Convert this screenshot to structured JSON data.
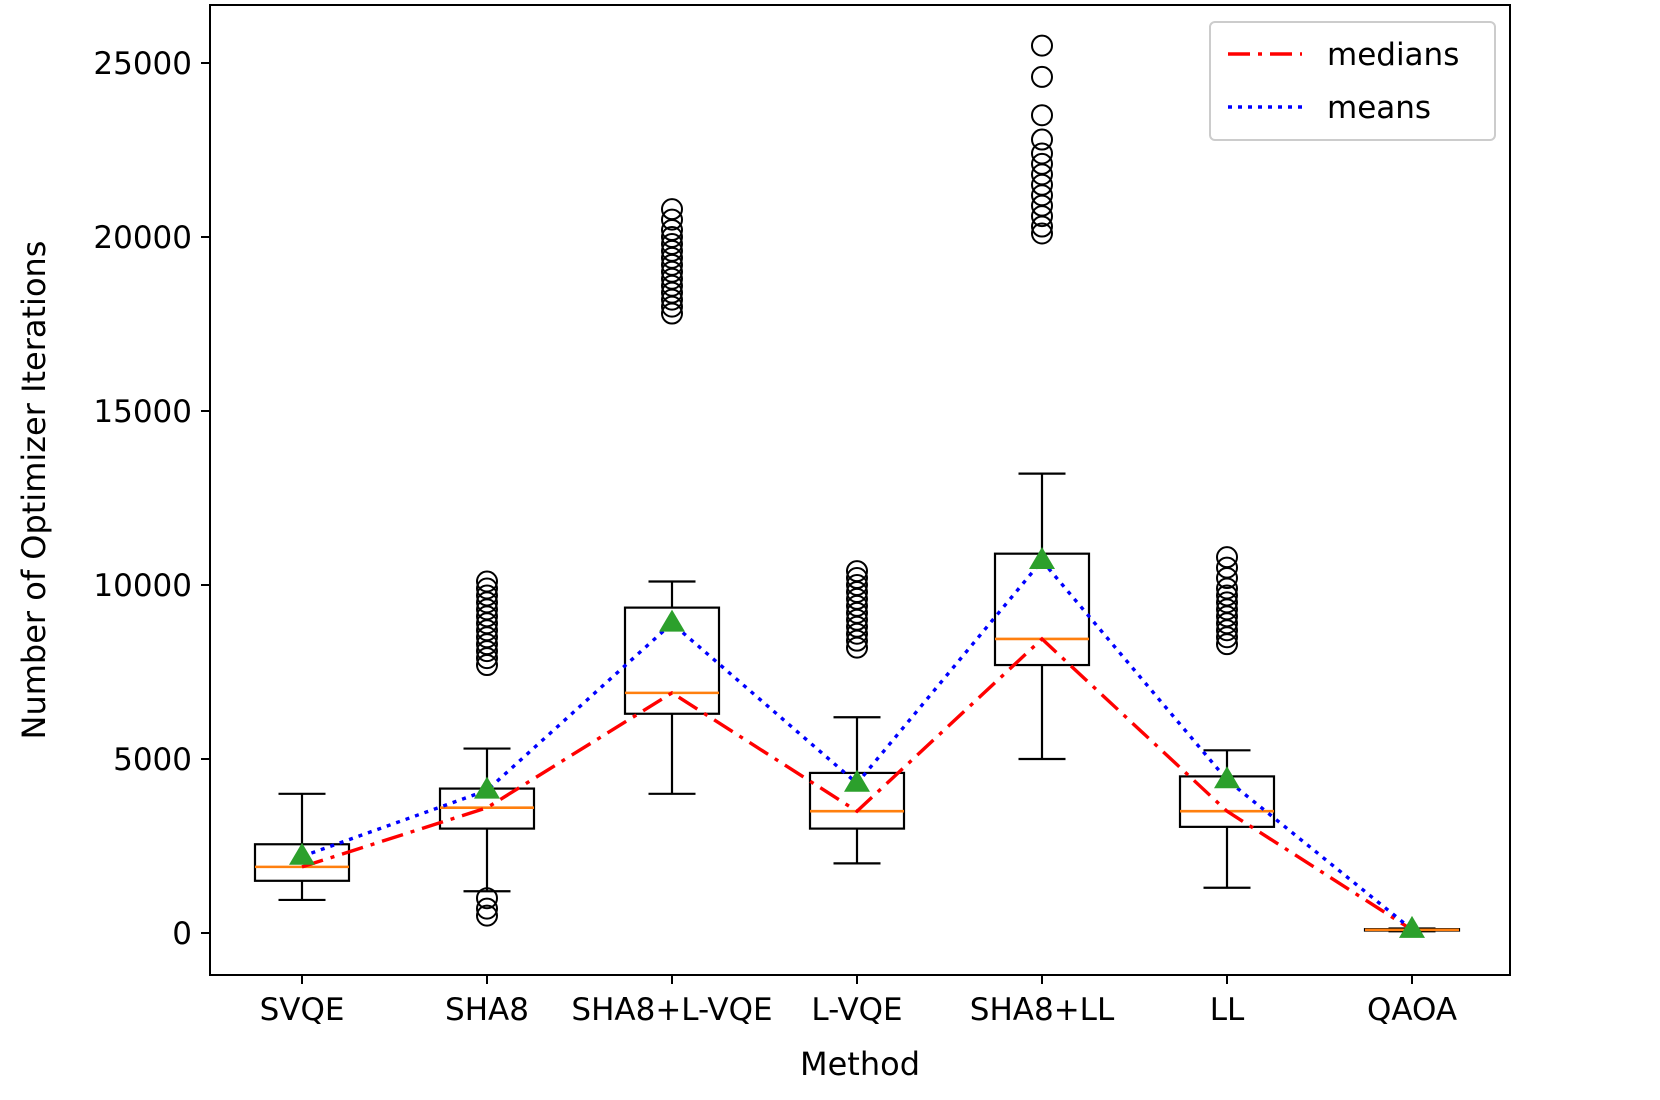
{
  "chart_data": {
    "type": "box",
    "title": "",
    "xlabel": "Method",
    "ylabel": "Number of Optimizer Iterations",
    "ylim": [
      -1200,
      26500
    ],
    "yticks": [
      0,
      5000,
      10000,
      15000,
      20000,
      25000
    ],
    "ytick_labels": [
      "0",
      "5000",
      "10000",
      "15000",
      "20000",
      "25000"
    ],
    "categories": [
      "SVQE",
      "SHA8",
      "SHA8+L-VQE",
      "L-VQE",
      "SHA8+LL",
      "LL",
      "QAOA"
    ],
    "boxes": [
      {
        "whisker_low": 950,
        "q1": 1500,
        "median": 1900,
        "q3": 2550,
        "whisker_high": 4000,
        "mean": 2200,
        "outliers": []
      },
      {
        "whisker_low": 1200,
        "q1": 3000,
        "median": 3600,
        "q3": 4150,
        "whisker_high": 5300,
        "mean": 4100,
        "outliers": [
          500,
          700,
          1000,
          7700,
          7900,
          8100,
          8300,
          8500,
          8700,
          8900,
          9100,
          9300,
          9500,
          9700,
          9900,
          10100
        ]
      },
      {
        "whisker_low": 4000,
        "q1": 6300,
        "median": 6900,
        "q3": 9350,
        "whisker_high": 10100,
        "mean": 8900,
        "outliers": [
          17800,
          18000,
          18200,
          18400,
          18600,
          18800,
          19000,
          19200,
          19400,
          19600,
          19800,
          20000,
          20200,
          20500,
          20800
        ]
      },
      {
        "whisker_low": 2000,
        "q1": 3000,
        "median": 3500,
        "q3": 4600,
        "whisker_high": 6200,
        "mean": 4300,
        "outliers": [
          8200,
          8400,
          8600,
          8800,
          9000,
          9200,
          9400,
          9600,
          9800,
          10000,
          10200,
          10400
        ]
      },
      {
        "whisker_low": 5000,
        "q1": 7700,
        "median": 8450,
        "q3": 10900,
        "whisker_high": 13200,
        "mean": 10700,
        "outliers": [
          20100,
          20300,
          20600,
          20900,
          21200,
          21500,
          21800,
          22100,
          22400,
          22800,
          23500,
          24600,
          25500
        ]
      },
      {
        "whisker_low": 1300,
        "q1": 3050,
        "median": 3500,
        "q3": 4500,
        "whisker_high": 5250,
        "mean": 4400,
        "outliers": [
          8300,
          8500,
          8700,
          8900,
          9100,
          9300,
          9500,
          9700,
          9900,
          10200,
          10500,
          10800
        ]
      },
      {
        "whisker_low": 50,
        "q1": 70,
        "median": 90,
        "q3": 110,
        "whisker_high": 130,
        "mean": 100,
        "outliers": []
      }
    ],
    "series": [
      {
        "name": "medians",
        "style": "dashdot",
        "color": "#ff0000",
        "values": [
          1900,
          3600,
          6900,
          3500,
          8450,
          3500,
          90
        ]
      },
      {
        "name": "means",
        "style": "dotted",
        "color": "#0000ff",
        "values": [
          2200,
          4100,
          8900,
          4300,
          10700,
          4400,
          100
        ]
      }
    ],
    "legend": {
      "position": "top-right",
      "entries": [
        "medians",
        "means"
      ]
    },
    "colors": {
      "box": "#000000",
      "median_line": "#ff7f0e",
      "mean_marker": "#2ca02c",
      "medians_series": "#ff0000",
      "means_series": "#0000ff"
    },
    "grid": false
  }
}
